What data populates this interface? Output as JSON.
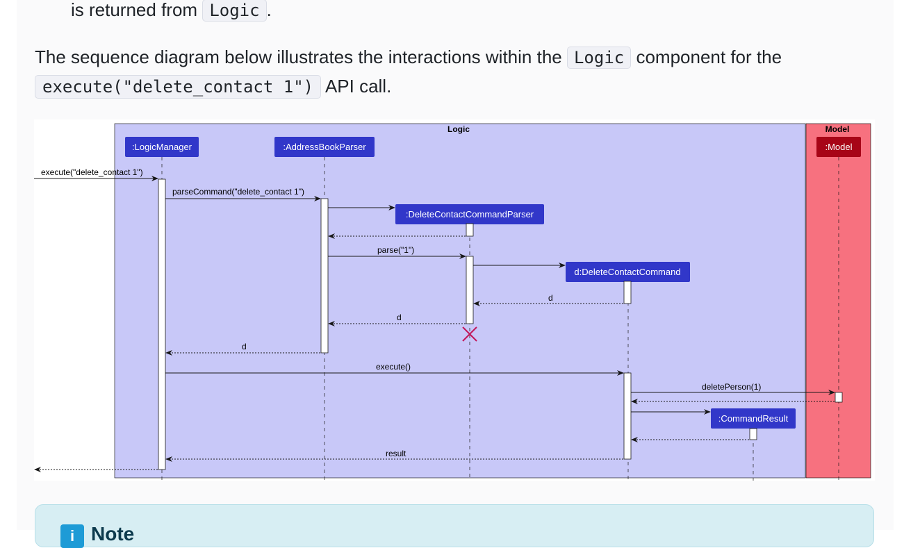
{
  "prose": {
    "line0": {
      "text": "is returned from",
      "code": "Logic",
      "after": "."
    },
    "line1": {
      "before": "The sequence diagram below illustrates the interactions within the",
      "code": "Logic",
      "after": "component for the"
    },
    "line2": {
      "code": "execute(\"delete_contact 1\")",
      "after": "API call."
    }
  },
  "diagram": {
    "logic_box_label": "Logic",
    "model_box_label": "Model",
    "participants": {
      "logic_manager": ":LogicManager",
      "address_book_parser": ":AddressBookParser",
      "dccp": ":DeleteContactCommandParser",
      "dcc": "d:DeleteContactCommand",
      "command_result": ":CommandResult",
      "model": ":Model"
    },
    "messages": {
      "m_execute_in": "execute(\"delete_contact 1\")",
      "m_parse_command": "parseCommand(\"delete_contact 1\")",
      "m_parse": "parse(\"1\")",
      "m_d1": "d",
      "m_d2": "d",
      "m_d3": "d",
      "m_execute": "execute()",
      "m_delete_person": "deletePerson(1)",
      "m_result": "result"
    },
    "colors": {
      "logic_box": "#c8c8f8",
      "model_box": "#f7717f",
      "participant": "#3137c9",
      "model_participant": "#a70517",
      "destroy": "#c2185b"
    }
  },
  "note": {
    "title": "Note",
    "icon": "info-icon"
  }
}
